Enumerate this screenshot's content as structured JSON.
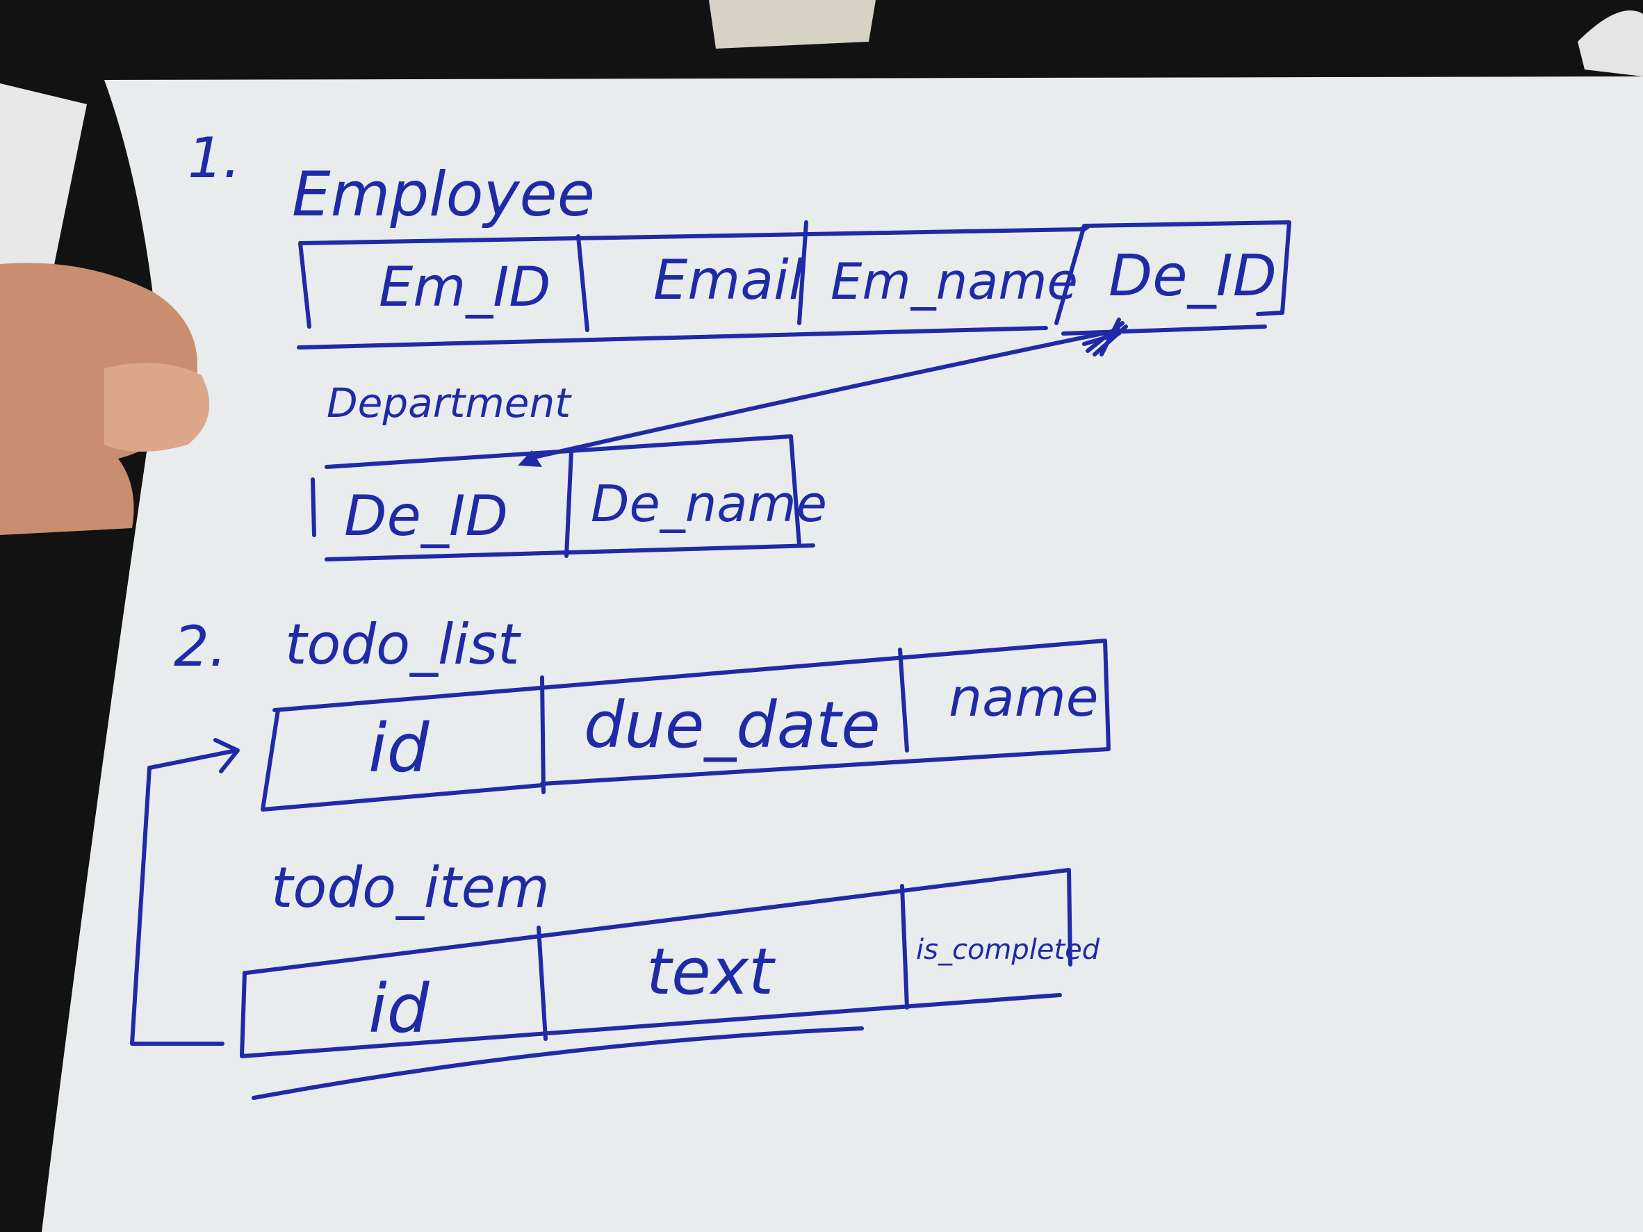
{
  "colors": {
    "ink": "#1f2aa6",
    "paper": "#e9ecec",
    "background": "#121212",
    "skin": "#c98e6f"
  },
  "section_1": {
    "number": "1.",
    "employee_title": "Employee",
    "employee_columns": [
      "Em_ID",
      "Email",
      "Em_name",
      "De_ID"
    ],
    "department_title": "Department",
    "department_columns": [
      "De_ID",
      "De_name"
    ]
  },
  "section_2": {
    "number": "2.",
    "todo_list_title": "todo_list",
    "todo_list_columns": [
      "id",
      "due_date",
      "name"
    ],
    "todo_item_title": "todo_item",
    "todo_item_columns": [
      "id",
      "text",
      "is_completed"
    ]
  }
}
